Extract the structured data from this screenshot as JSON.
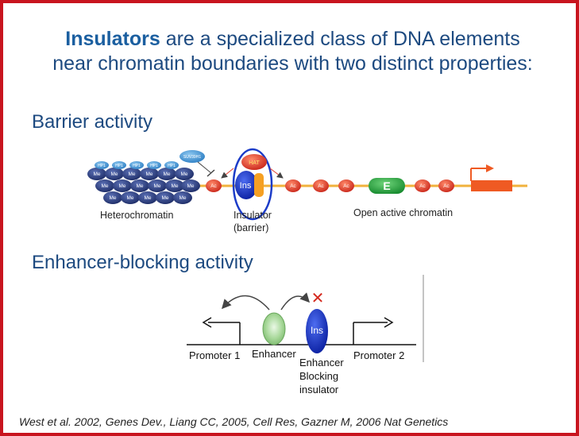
{
  "title": {
    "emphasis": "Insulators",
    "line1_rest": "are a specialized class of DNA elements",
    "line2": "near chromatin boundaries with two distinct properties:"
  },
  "barrier": {
    "heading": "Barrier activity",
    "nucleosome_label": "Me",
    "hp1_label": "HP1",
    "suv_label": "SUV39H1",
    "acetyl_label": "Ac",
    "hat_label": "HAT",
    "ins_label": "Ins",
    "enhancer_label": "E",
    "heterochromatin_label": "Heterochromatin",
    "insulator_label_line1": "Insulator",
    "insulator_label_line2": "(barrier)",
    "open_label": "Open active chromatin"
  },
  "enhancer_blocking": {
    "heading": "Enhancer-blocking activity",
    "promoter1": "Promoter 1",
    "enhancer": "Enhancer",
    "promoter2": "Promoter 2",
    "ins_label": "Ins",
    "blocking_line1": "Enhancer",
    "blocking_line2": "Blocking",
    "blocking_line3": "insulator",
    "block_mark": "✕"
  },
  "citation": "West et al. 2002, Genes Dev.,  Liang CC, 2005,  Cell Res, Gazner M, 2006 Nat Genetics",
  "colors": {
    "border": "#c8141e",
    "title": "#1d4a80",
    "nucleosome": "#2a3a78",
    "hp1": "#4a98d8",
    "acetyl": "#e33b2a",
    "dna": "#f0b23c",
    "insulator": "#1c3cc8",
    "enhancer": "#23a13b",
    "promoter": "#ef5a23"
  }
}
